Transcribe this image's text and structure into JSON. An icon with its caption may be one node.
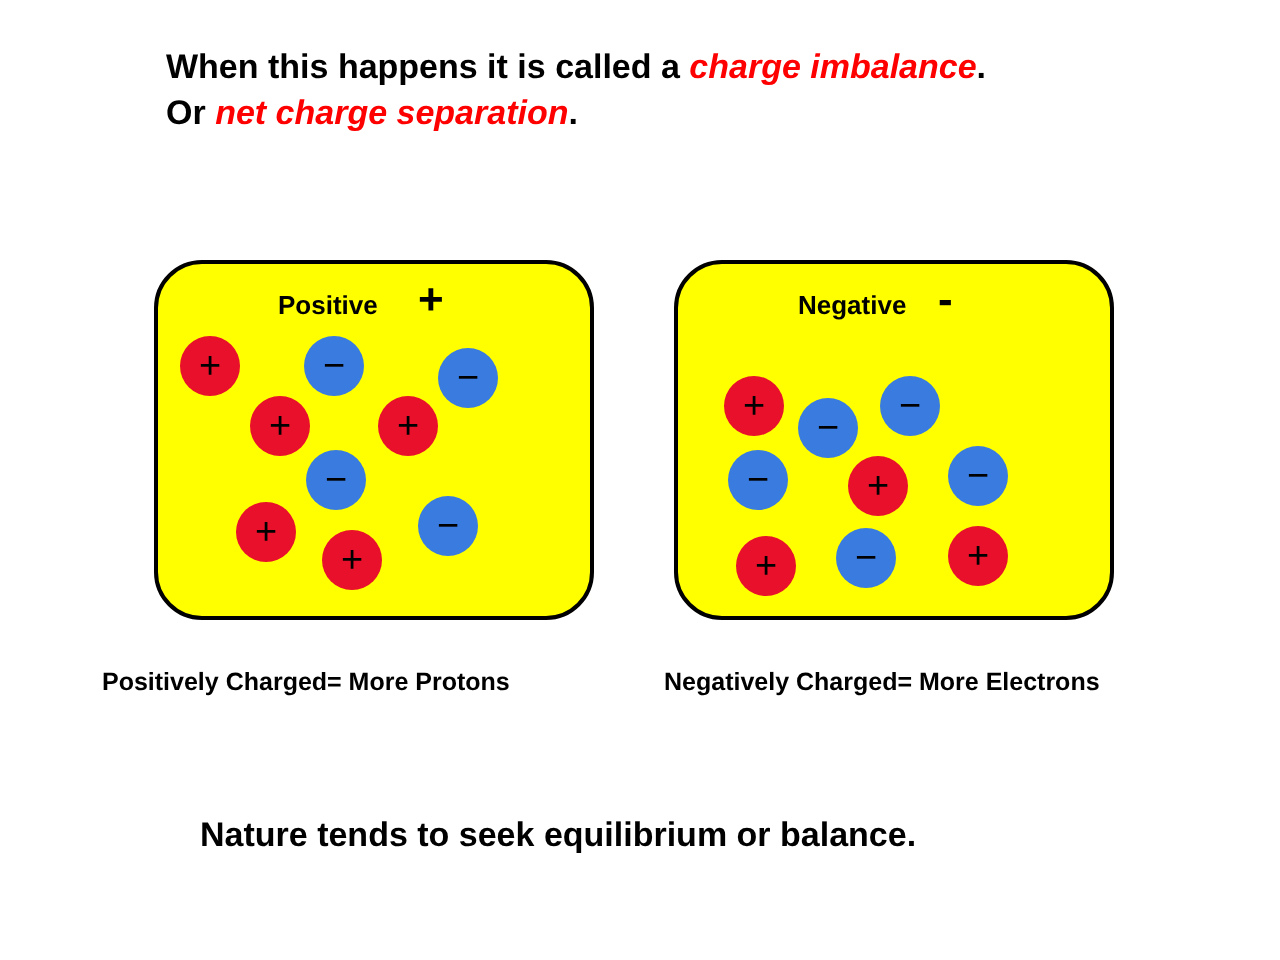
{
  "diagram": {
    "title": "When this happens it is called a *charge imbalance*.",
    "nodes": [
      {
        "text": [
          "Positive",
          "+"
        ]
      },
      {
        "text": [
          "+"
        ],
        "in": 0
      },
      {
        "text": [
          "−"
        ],
        "in": 0
      },
      {
        "text": [
          "−"
        ],
        "in": 0
      },
      {
        "text": [
          "+"
        ],
        "in": 0
      },
      {
        "text": [
          "+"
        ],
        "in": 0
      },
      {
        "text": [
          "−"
        ],
        "in": 0
      },
      {
        "text": [
          "+"
        ],
        "in": 0
      },
      {
        "text": [
          "+"
        ],
        "in": 0
      },
      {
        "text": [
          "−"
        ],
        "in": 0
      },
      {
        "text": [
          "Negative",
          "-"
        ]
      },
      {
        "text": [
          "+"
        ],
        "in": 10
      },
      {
        "text": [
          "−"
        ],
        "in": 10
      },
      {
        "text": [
          "−"
        ],
        "in": 10
      },
      {
        "text": [
          "−"
        ],
        "in": 10
      },
      {
        "text": [
          "+"
        ],
        "in": 10
      },
      {
        "text": [
          "−"
        ],
        "in": 10
      },
      {
        "text": [
          "+"
        ],
        "in": 10
      },
      {
        "text": [
          "−"
        ],
        "in": 10
      },
      {
        "text": [
          "+"
        ],
        "in": 10
      }
    ],
    "labels": [
      "Or *net charge separation*.",
      "Positively Charged= More Protons",
      "Negatively Charged= More Electrons",
      "Nature tends to seek equilibrium or balance."
    ]
  }
}
